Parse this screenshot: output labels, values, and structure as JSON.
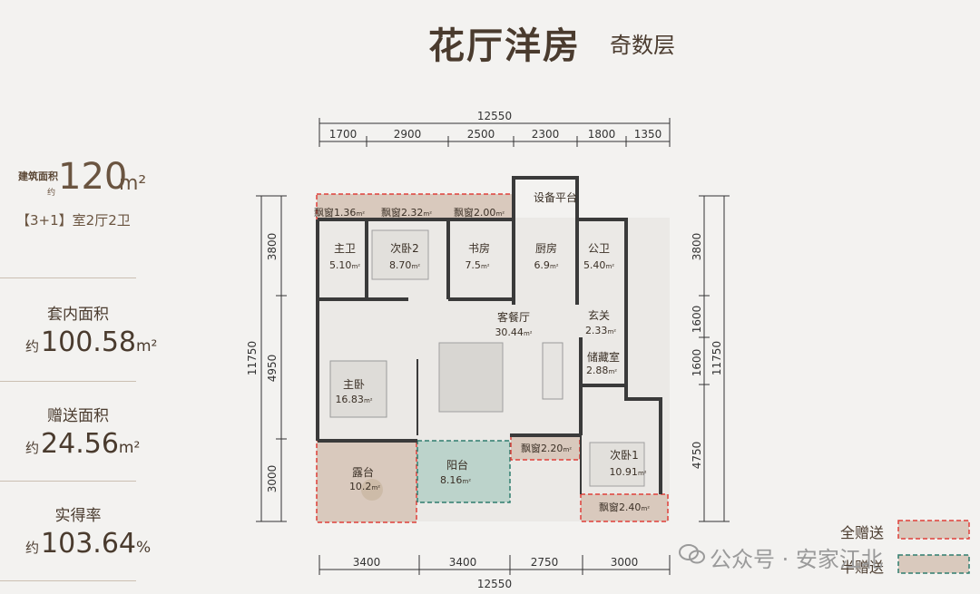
{
  "header": {
    "title": "花厅洋房",
    "subtitle": "奇数层"
  },
  "summary": {
    "build_area_label": "建筑面积",
    "build_area_marker": "约",
    "build_area_value": "120",
    "build_area_unit": "m²",
    "layout": "【3+1】室2厅2卫",
    "stats": [
      {
        "label": "套内面积",
        "prefix": "约",
        "value": "100.58",
        "suffix": "m²"
      },
      {
        "label": "赠送面积",
        "prefix": "约",
        "value": "24.56",
        "suffix": "m²"
      },
      {
        "label": "实得率",
        "prefix": "约",
        "value": "103.64",
        "suffix": "%"
      }
    ]
  },
  "dimensions": {
    "top_total": "12550",
    "top_segments": [
      "1700",
      "2900",
      "2500",
      "2300",
      "1800",
      "1350"
    ],
    "bottom_total": "12550",
    "bottom_segments": [
      "3400",
      "3400",
      "2750",
      "3000"
    ],
    "left_total": "11750",
    "left_segments": [
      "3800",
      "4950",
      "3000"
    ],
    "right_total": "11750",
    "right_segments": [
      "3800",
      "1600",
      "1600",
      "4750"
    ]
  },
  "rooms": [
    {
      "name": "飘窗",
      "area": "1.36"
    },
    {
      "name": "飘窗",
      "area": "2.32"
    },
    {
      "name": "飘窗",
      "area": "2.00"
    },
    {
      "name": "设备平台",
      "area": ""
    },
    {
      "name": "主卫",
      "area": "5.10"
    },
    {
      "name": "次卧2",
      "area": "8.70"
    },
    {
      "name": "书房",
      "area": "7.5"
    },
    {
      "name": "厨房",
      "area": "6.9"
    },
    {
      "name": "公卫",
      "area": "5.40"
    },
    {
      "name": "客餐厅",
      "area": "30.44"
    },
    {
      "name": "玄关",
      "area": "2.33"
    },
    {
      "name": "储藏室",
      "area": "2.88"
    },
    {
      "name": "主卧",
      "area": "16.83"
    },
    {
      "name": "飘窗",
      "area": "2.20"
    },
    {
      "name": "次卧1",
      "area": "10.91"
    },
    {
      "name": "露台",
      "area": "10.2"
    },
    {
      "name": "阳台",
      "area": "8.16"
    },
    {
      "name": "飘窗",
      "area": "2.40"
    }
  ],
  "room_unit": "m²",
  "legend": {
    "full_gift": "全赠送",
    "half_gift": "半赠送",
    "full_color": "#d9c9bd",
    "half_color": "#d9c9bd",
    "full_border": "#e0403a",
    "half_border": "#2f7d6e"
  },
  "watermark": "公众号 · 安家江北"
}
